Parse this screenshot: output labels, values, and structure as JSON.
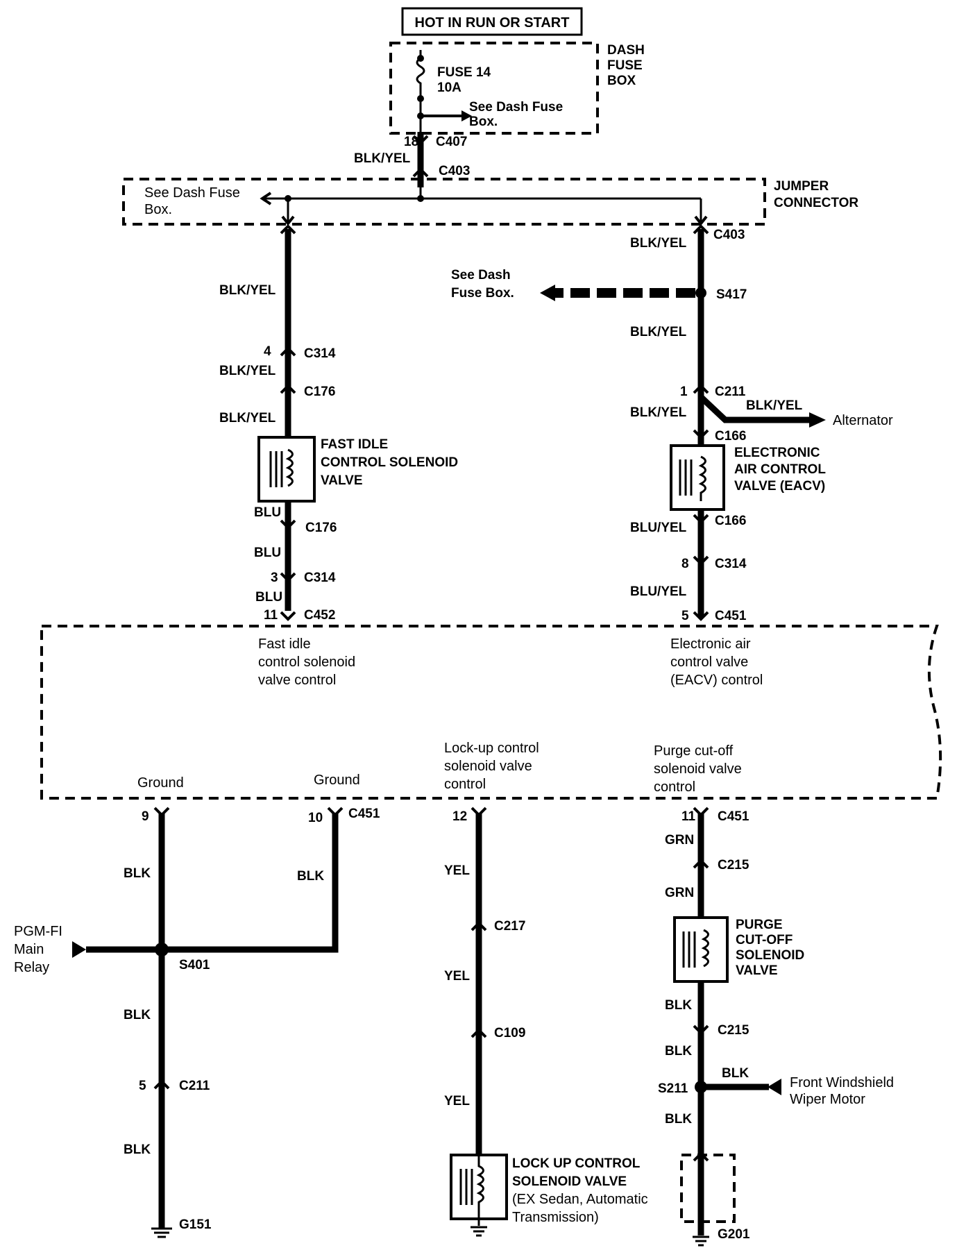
{
  "header": {
    "power_label": "HOT IN RUN OR START"
  },
  "fuse_box": {
    "title_lines": [
      "DASH",
      "FUSE",
      "BOX"
    ],
    "fuse_name": "FUSE 14",
    "fuse_rating": "10A",
    "see_ref_lines": [
      "See Dash Fuse",
      "Box."
    ]
  },
  "jumper": {
    "title_lines": [
      "JUMPER",
      "CONNECTOR"
    ],
    "see_ref_lines": [
      "See Dash Fuse",
      "Box."
    ]
  },
  "connectors": {
    "c407": "C407",
    "c407_pin": "18",
    "c403_top": "C403",
    "c403_right": "C403",
    "c314_left": "C314",
    "c314_left_pin": "4",
    "c176_top": "C176",
    "c176_bottom": "C176",
    "c314_left2": "C314",
    "c314_left2_pin": "3",
    "c452": "C452",
    "c452_pin": "11",
    "s417": "S417",
    "c211_right": "C211",
    "c211_right_pin": "1",
    "c166_top": "C166",
    "c166_bottom": "C166",
    "c314_right": "C314",
    "c314_right_pin": "8",
    "c451_right": "C451",
    "c451_right_pin": "5",
    "c451_gnd": "C451",
    "pin9": "9",
    "pin10": "10",
    "s401": "S401",
    "c211_bottom": "C211",
    "c211_bottom_pin": "5",
    "g151": "G151",
    "c451_lockup_pin": "12",
    "c217": "C217",
    "c109": "C109",
    "c451_purge": "C451",
    "c451_purge_pin": "11",
    "c215_top": "C215",
    "c215_bottom": "C215",
    "s211": "S211",
    "g201": "G201"
  },
  "wires": {
    "blk_yel": "BLK/YEL",
    "blu": "BLU",
    "blu_yel": "BLU/YEL",
    "blk": "BLK",
    "yel": "YEL",
    "grn": "GRN"
  },
  "right_branch": {
    "see_ref_lines": [
      "See Dash",
      "Fuse Box."
    ],
    "alternator": "Alternator"
  },
  "components": {
    "fast_idle_lines": [
      "FAST IDLE",
      "CONTROL SOLENOID",
      "VALVE"
    ],
    "eacv_lines": [
      "ELECTRONIC",
      "AIR CONTROL",
      "VALVE (EACV)"
    ],
    "purge_lines": [
      "PURGE",
      "CUT-OFF",
      "SOLENOID",
      "VALVE"
    ],
    "lockup_lines": [
      "LOCK UP CONTROL",
      "SOLENOID VALVE"
    ],
    "lockup_note_lines": [
      "(EX Sedan, Automatic",
      "Transmission)"
    ]
  },
  "ecm": {
    "fast_idle_lines": [
      "Fast idle",
      "control solenoid",
      "valve control"
    ],
    "eacv_lines": [
      "Electronic air",
      "control valve",
      "(EACV) control"
    ],
    "ground_a": "Ground",
    "ground_b": "Ground",
    "lockup_lines": [
      "Lock-up control",
      "solenoid valve",
      "control"
    ],
    "purge_lines": [
      "Purge cut-off",
      "solenoid valve",
      "control"
    ]
  },
  "external": {
    "pgm_fi_lines": [
      "PGM-FI",
      "Main",
      "Relay"
    ],
    "wiper_lines": [
      "Front Windshield",
      "Wiper Motor"
    ]
  }
}
